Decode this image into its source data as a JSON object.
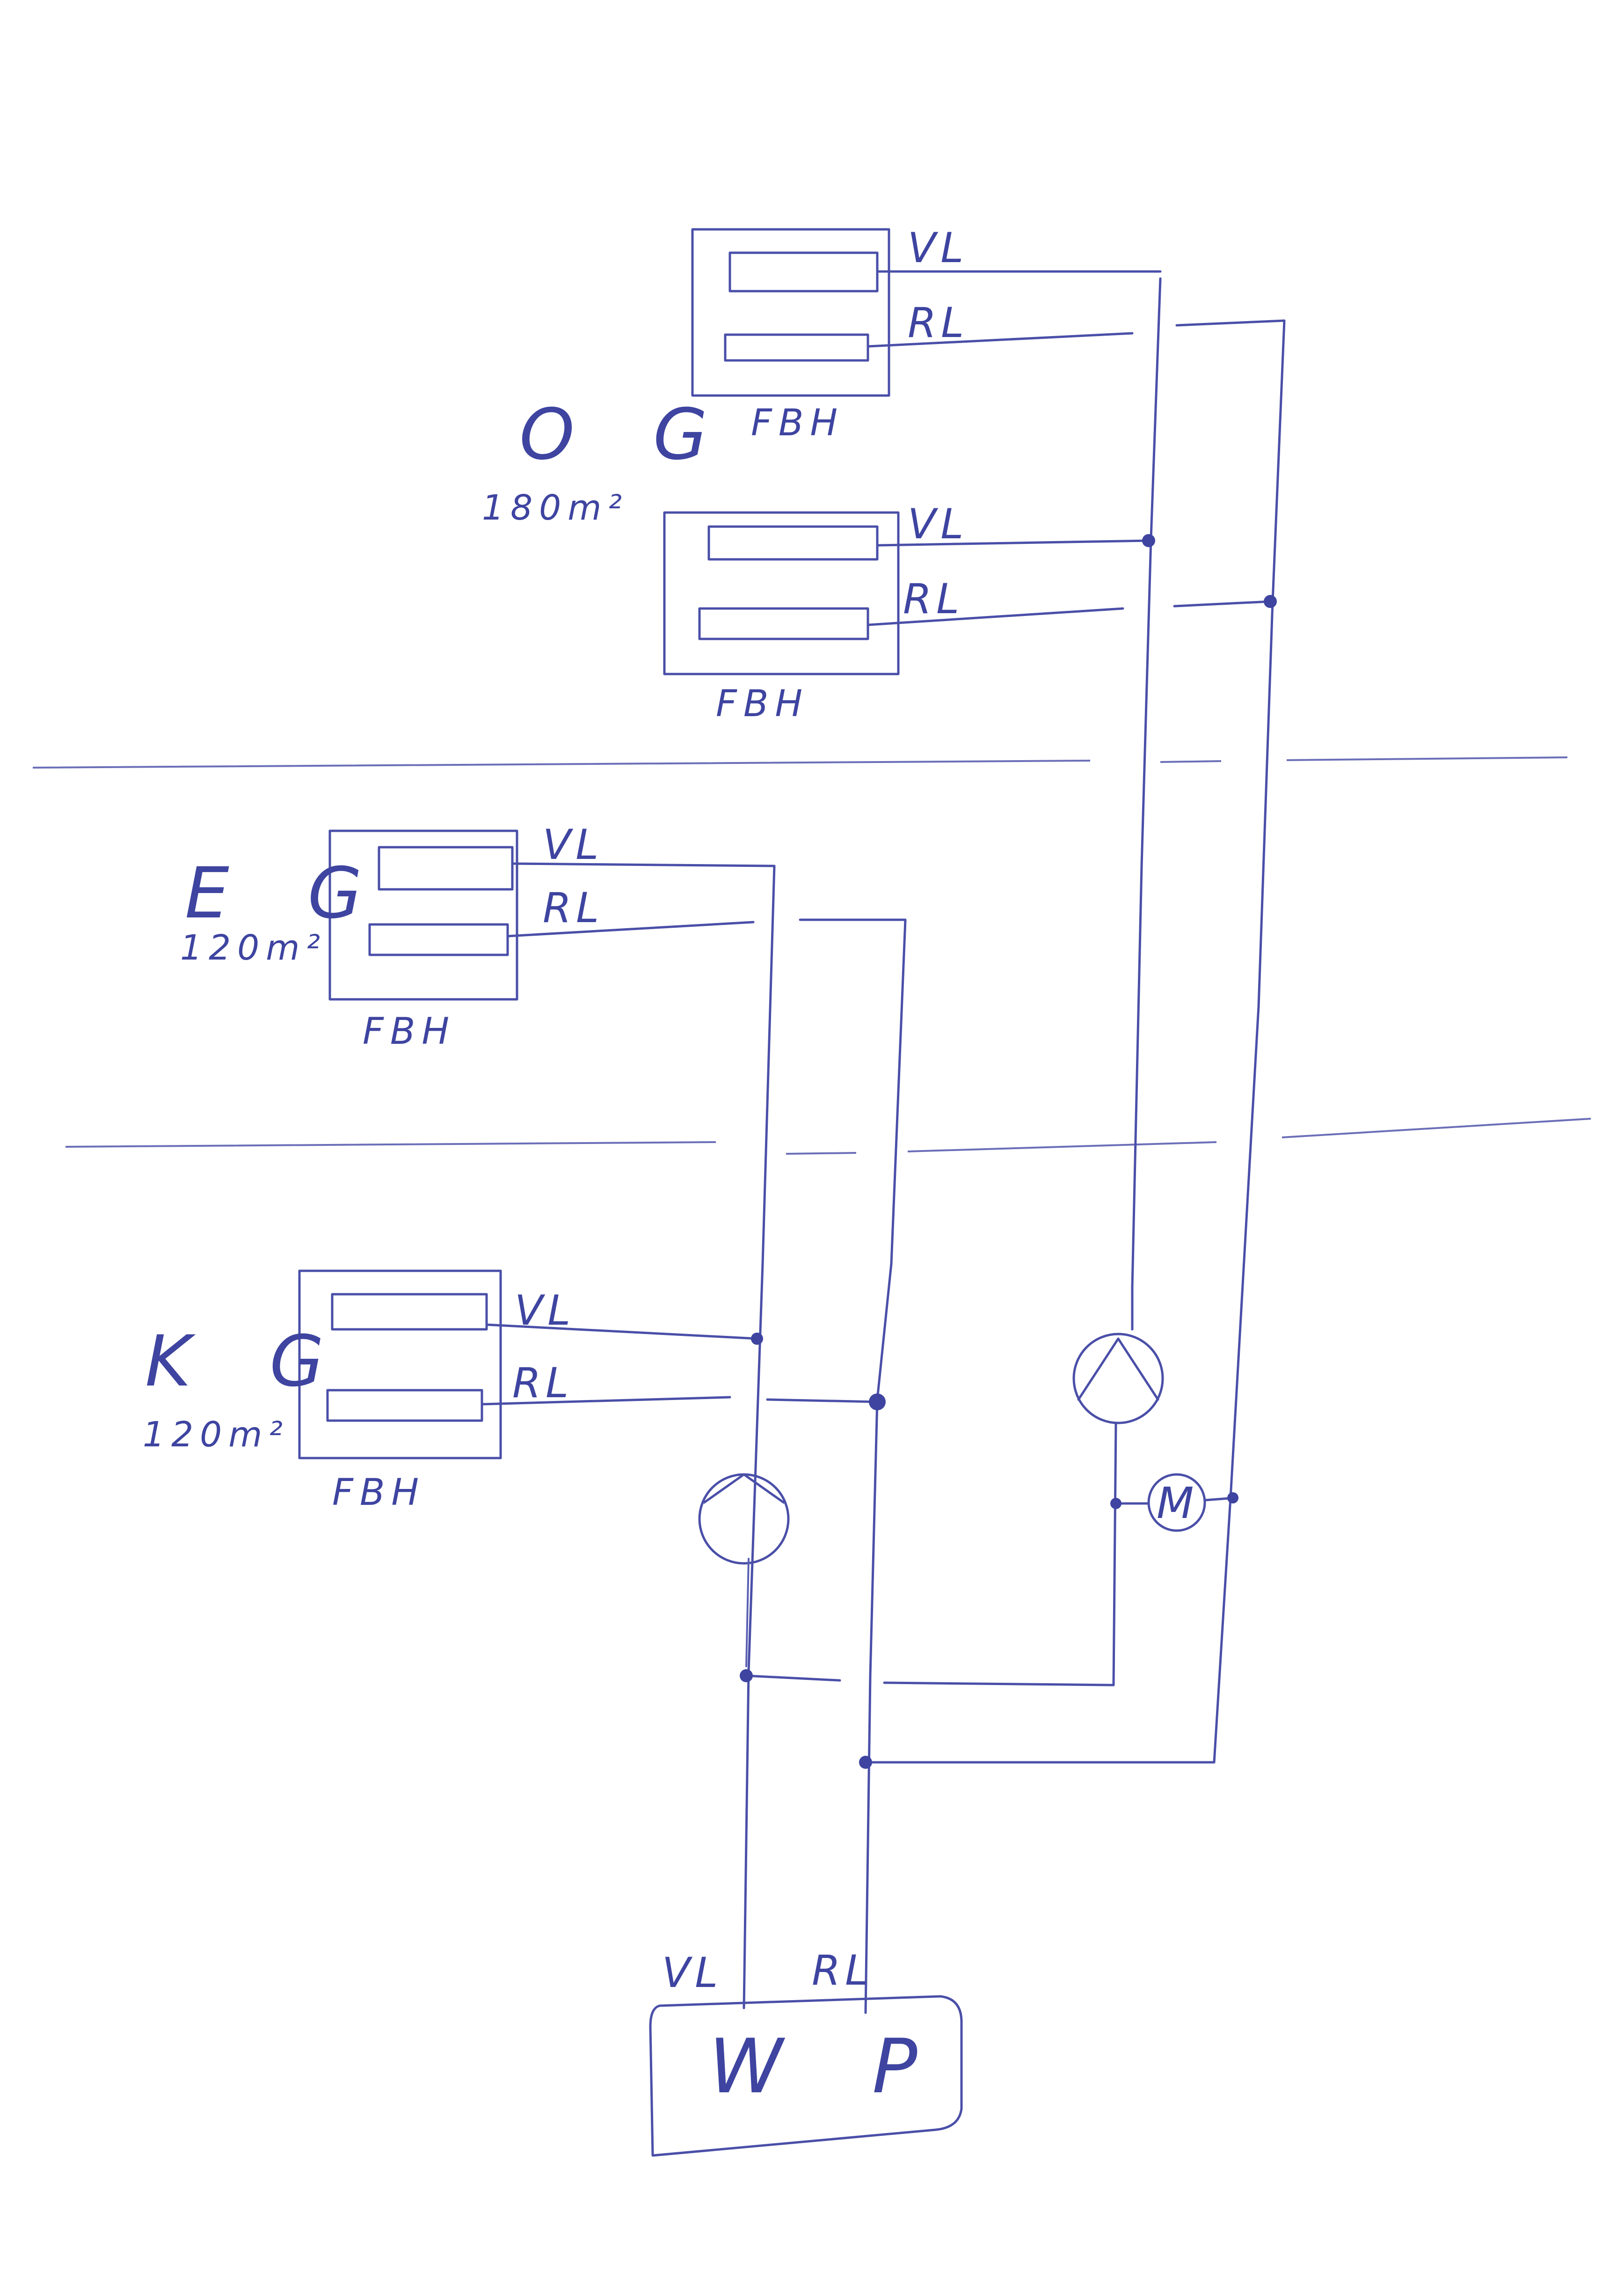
{
  "floors": {
    "og": {
      "name": "O G",
      "area": "180m²"
    },
    "eg": {
      "name": "E G",
      "area": "120m²"
    },
    "kg": {
      "name": "K G",
      "area": "120m²"
    }
  },
  "labels": {
    "fbh": "FBH",
    "vl": "VL",
    "rl": "RL",
    "mixer": "M",
    "heat_pump": "W P"
  },
  "colors": {
    "ink": "#4a4fa8",
    "paper": "#ffffff"
  }
}
